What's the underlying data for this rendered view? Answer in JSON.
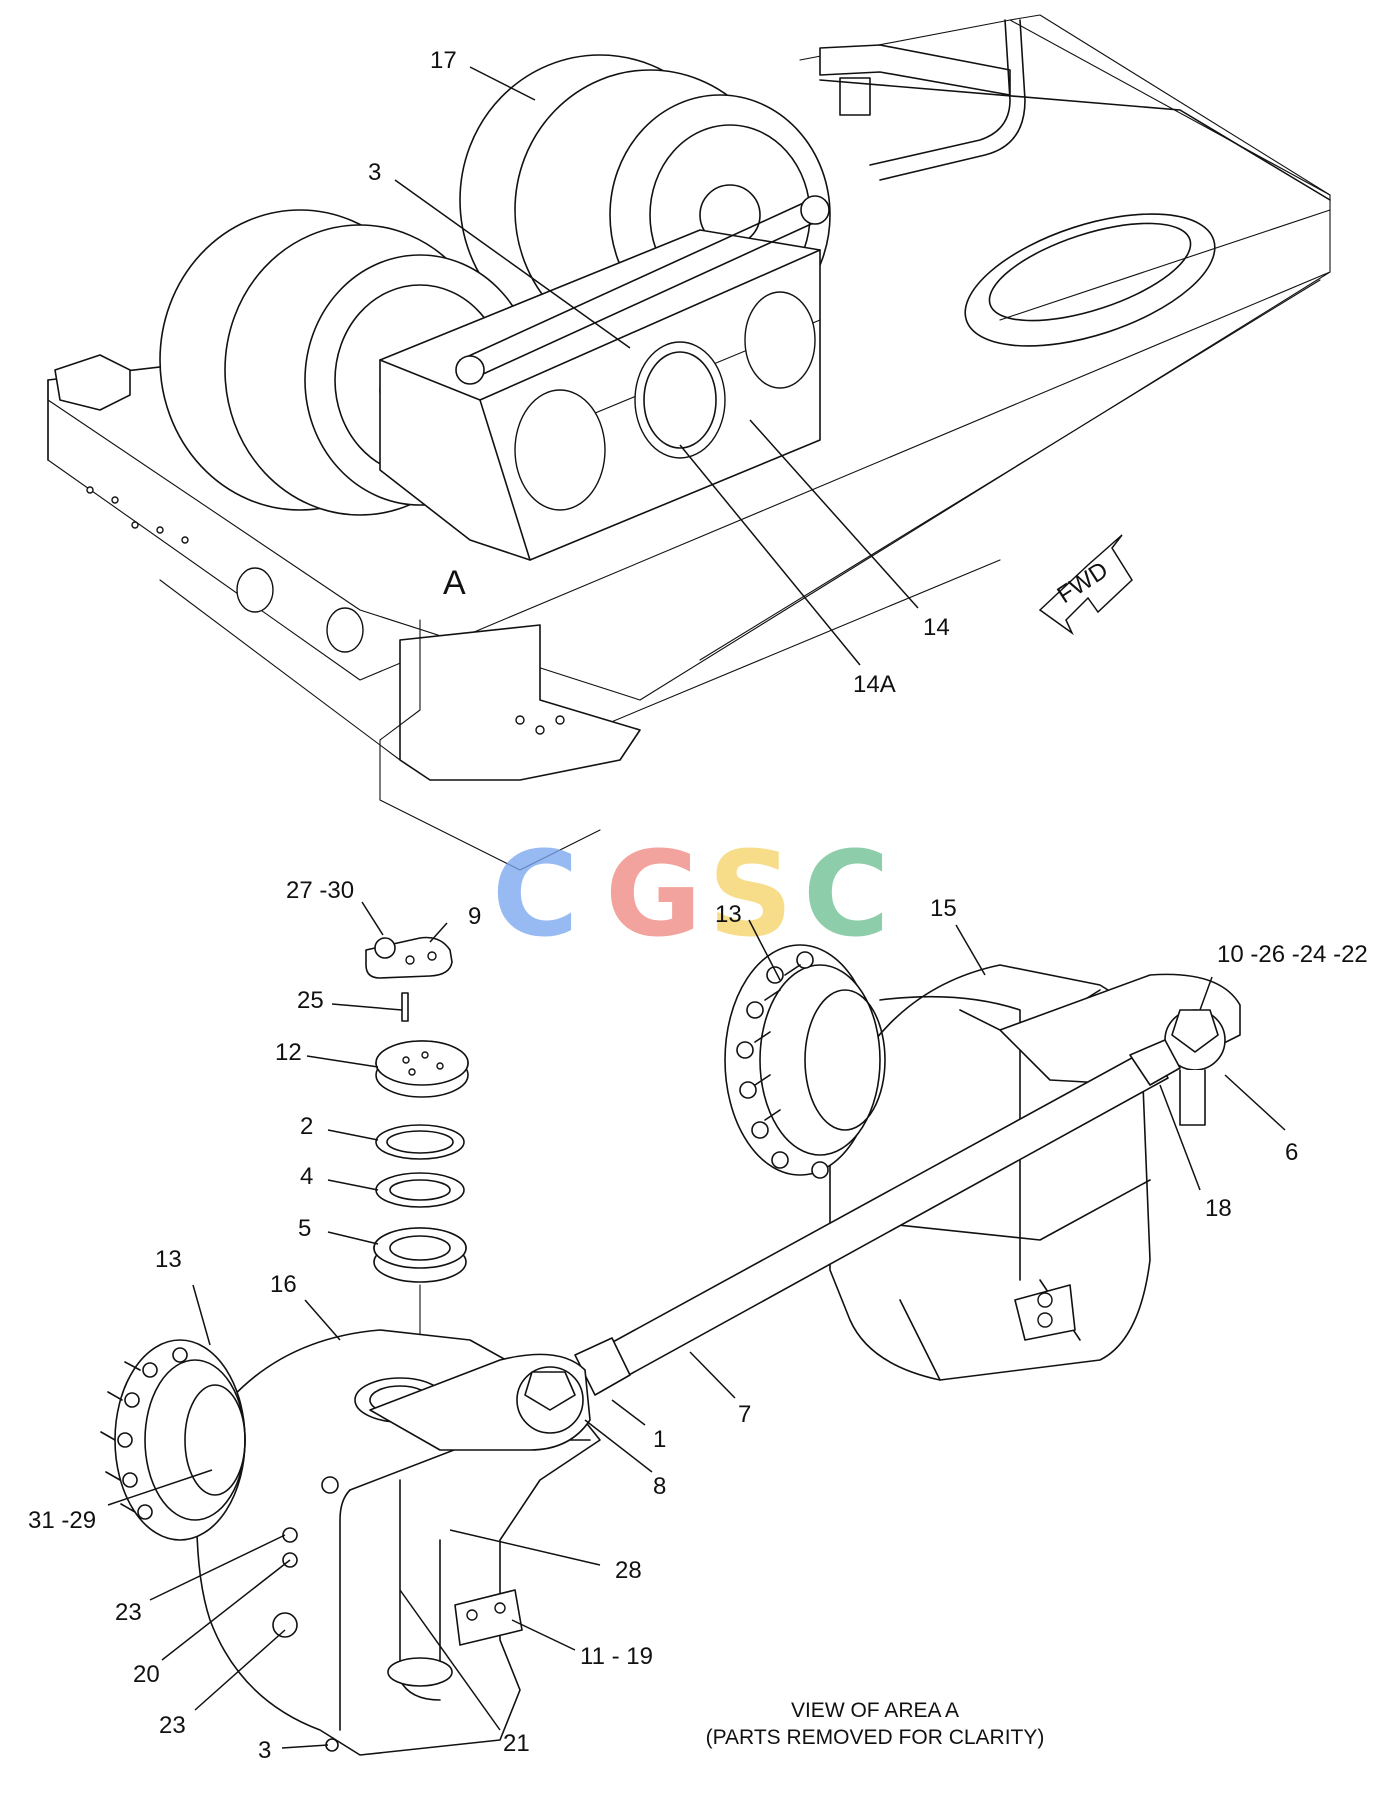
{
  "diagram": {
    "area_letter": "A",
    "direction_label": "FWD",
    "caption_line1": "VIEW OF AREA A",
    "caption_line2": "(PARTS REMOVED FOR CLARITY)"
  },
  "watermark": {
    "letters": [
      "C",
      "G",
      "S",
      "C"
    ],
    "colors": [
      "#7aa7f0",
      "#f08a82",
      "#f6d46a",
      "#6fbf93"
    ]
  },
  "callouts": {
    "c17": "17",
    "c3_top": "3",
    "c14": "14",
    "c14a": "14A",
    "c27_30": "27 -30",
    "c9": "9",
    "c25": "25",
    "c12": "12",
    "c2": "2",
    "c4": "4",
    "c5": "5",
    "c13_right": "13",
    "c15": "15",
    "c10_26_24_22": "10 -26 -24 -22",
    "c6": "6",
    "c18": "18",
    "c13_left": "13",
    "c16": "16",
    "c7": "7",
    "c1": "1",
    "c8": "8",
    "c31_29": "31 -29",
    "c28": "28",
    "c23_upper": "23",
    "c20": "20",
    "c11_19": "11 - 19",
    "c23_lower": "23",
    "c3_bottom": "3",
    "c21": "21"
  }
}
